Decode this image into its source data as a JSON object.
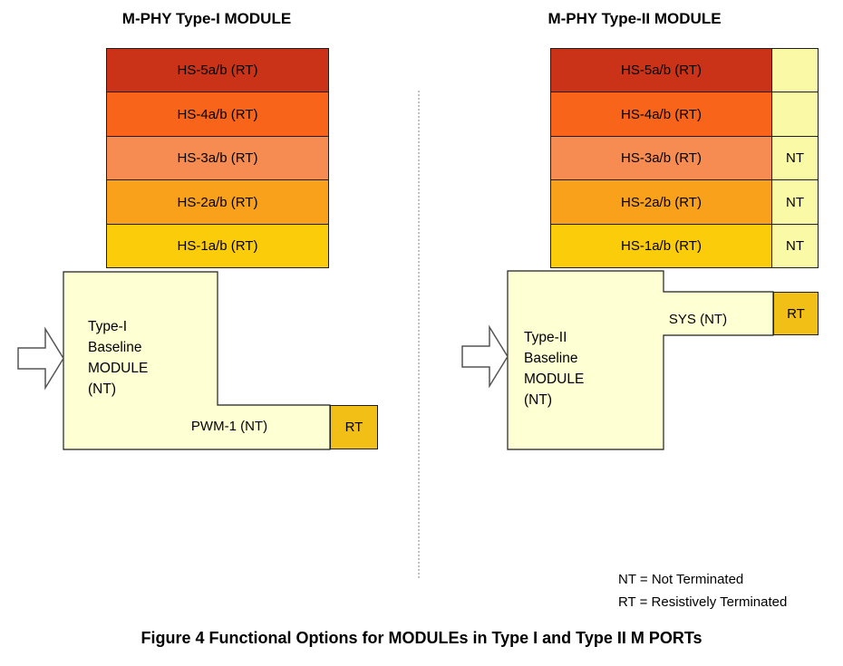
{
  "left_module": {
    "title": "M-PHY Type-I MODULE",
    "bars": [
      {
        "label": "HS-5a/b (RT)",
        "color": "#CB3318"
      },
      {
        "label": "HS-4a/b (RT)",
        "color": "#F8641A"
      },
      {
        "label": "HS-3a/b (RT)",
        "color": "#F68C51"
      },
      {
        "label": "HS-2a/b (RT)",
        "color": "#F9A11B"
      },
      {
        "label": "HS-1a/b (RT)",
        "color": "#FBCC09"
      }
    ],
    "baseline_label": "Type-I\nBaseline\nMODULE\n(NT)",
    "pwm_label": "PWM-1 (NT)",
    "rt_label": "RT"
  },
  "right_module": {
    "title": "M-PHY Type-II MODULE",
    "bars": [
      {
        "label": "HS-5a/b (RT)",
        "color": "#CB3318"
      },
      {
        "label": "HS-4a/b (RT)",
        "color": "#F8641A"
      },
      {
        "label": "HS-3a/b (RT)",
        "color": "#F68C51"
      },
      {
        "label": "HS-2a/b (RT)",
        "color": "#F9A11B"
      },
      {
        "label": "HS-1a/b (RT)",
        "color": "#FBCC09"
      }
    ],
    "nt_cells": [
      "",
      "",
      "NT",
      "NT",
      "NT"
    ],
    "baseline_label": "Type-II\nBaseline\nMODULE\n(NT)",
    "sys_label": "SYS (NT)",
    "rt_label": "RT"
  },
  "legend": {
    "nt": "NT = Not Terminated",
    "rt": "RT = Resistively Terminated"
  },
  "caption": "Figure 4 Functional Options for MODULEs in Type I and Type II M PORTs",
  "colors": {
    "baseline_fill": "#FFFFD4",
    "nt_cell_fill": "#FAFAA6",
    "rt_fill": "#F2BF17",
    "outline": "#1F1F1F",
    "divider": "#999999"
  }
}
